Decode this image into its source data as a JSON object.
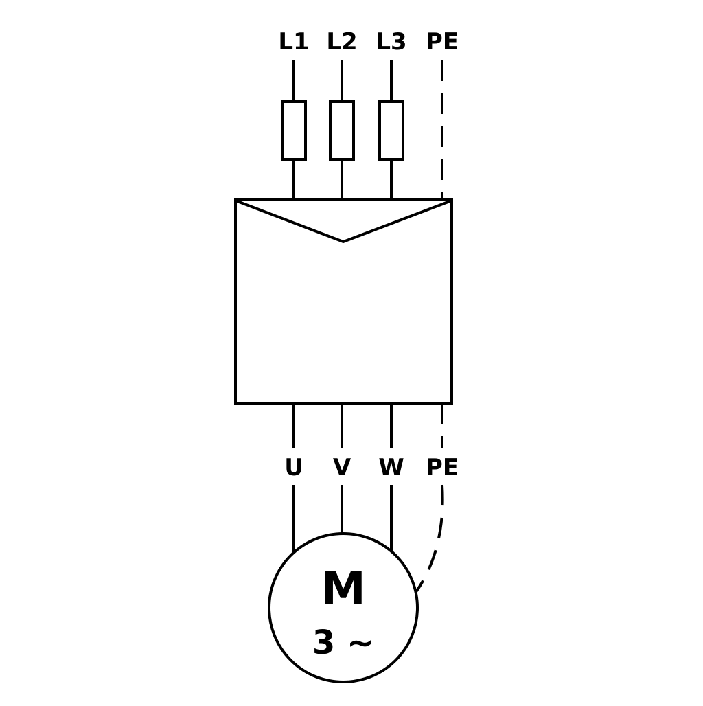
{
  "diagram": {
    "kind": "three-phase-motor-wiring-diagram",
    "top_terminals": [
      "L1",
      "L2",
      "L3",
      "PE"
    ],
    "bottom_terminals": [
      "U",
      "V",
      "W",
      "PE"
    ],
    "motor": {
      "letter": "M",
      "phase_label": "3 ∼"
    },
    "colors": {
      "line": "#000000",
      "background": "#ffffff"
    }
  }
}
